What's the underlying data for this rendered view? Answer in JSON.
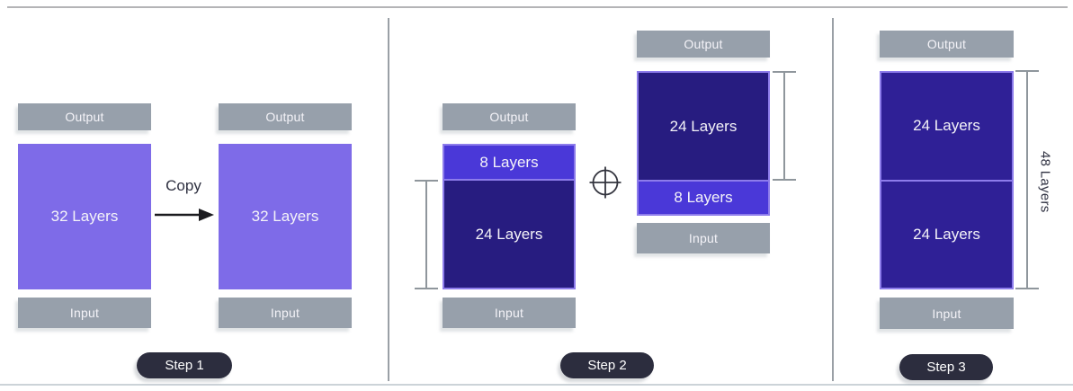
{
  "colors": {
    "purple_32": "#7E6BE8",
    "blue_8": "#4A38D8",
    "indigo_24_step2": "#271C80",
    "indigo_24_step3": "#2F2096",
    "gray_bar": "#97A0AB",
    "pill_dark": "#2C2D3E",
    "block_border": "#8D7CEB"
  },
  "steps": [
    {
      "label": "Step 1",
      "copy_label": "Copy",
      "models": [
        {
          "output": "Output",
          "input": "Input",
          "blocks": [
            {
              "label": "32 Layers"
            }
          ]
        },
        {
          "output": "Output",
          "input": "Input",
          "blocks": [
            {
              "label": "32 Layers"
            }
          ]
        }
      ]
    },
    {
      "label": "Step 2",
      "operator": "circle-plus",
      "models": [
        {
          "output": "Output",
          "input": "Input",
          "blocks": [
            {
              "label": "8 Layers"
            },
            {
              "label": "24 Layers"
            }
          ]
        },
        {
          "output": "Output",
          "input": "Input",
          "blocks": [
            {
              "label": "24 Layers"
            },
            {
              "label": "8 Layers"
            }
          ]
        }
      ]
    },
    {
      "label": "Step 3",
      "annotation": "48 Layers",
      "models": [
        {
          "output": "Output",
          "input": "Input",
          "blocks": [
            {
              "label": "24 Layers"
            },
            {
              "label": "24 Layers"
            }
          ]
        }
      ]
    }
  ]
}
